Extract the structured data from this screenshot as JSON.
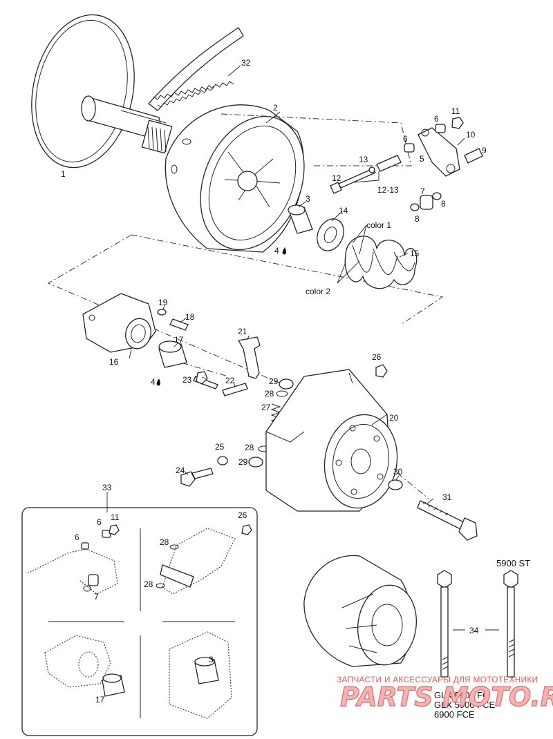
{
  "diagram": {
    "part_labels": {
      "p1": "1",
      "p2": "2",
      "p3": "3",
      "p4": "4",
      "p4b": "4",
      "p5": "5",
      "p6a": "6",
      "p6b": "6",
      "p7": "7",
      "p8a": "8",
      "p8b": "8",
      "p9": "9",
      "p10": "10",
      "p11": "11",
      "p12": "12",
      "p1213": "12-13",
      "p13": "13",
      "p14": "14",
      "p15": "15",
      "p16": "16",
      "p17": "17",
      "p18": "18",
      "p19": "19",
      "p20": "20",
      "p21": "21",
      "p22": "22",
      "p23": "23",
      "p24": "24",
      "p25": "25",
      "p26": "26",
      "p27": "27",
      "p28a": "28",
      "p28b": "28",
      "p29a": "29",
      "p29b": "29",
      "p30": "30",
      "p31": "31",
      "p32": "32",
      "p33": "33",
      "p34": "34"
    },
    "spring_labels": {
      "color1": "color 1",
      "color2": "color 2"
    },
    "inset_labels": {
      "i6a": "6",
      "i6b": "6",
      "i11": "11",
      "i7": "7",
      "i26": "26",
      "i28a": "28",
      "i28b": "28",
      "i3": "3",
      "i17": "17"
    },
    "model_labels": {
      "st": "5900 ST",
      "fc": "GLX 5900 FC",
      "fce": "GLX 5900 FCE",
      "fce6900": "6900 FCE"
    },
    "watermark": {
      "line1": "ЗАПЧАСТИ И АКСЕССУАРЫ ДЛЯ МОТОТЕХНИКИ",
      "logo": "PARTS MOTO.RU"
    }
  }
}
